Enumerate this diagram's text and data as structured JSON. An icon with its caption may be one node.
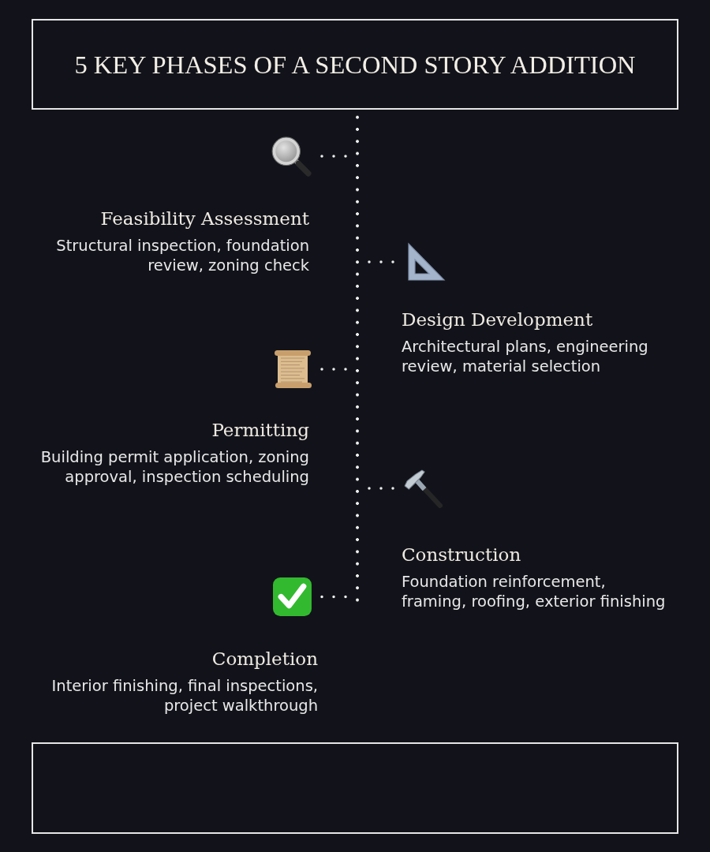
{
  "diagram": {
    "title": "5 KEY PHASES OF A SECOND STORY ADDITION",
    "nodes": [
      {
        "text": [],
        "shape": "line"
      },
      {
        "text": [],
        "shape": "picture",
        "beside": [
          "Feasibility Assessment",
          "Structural inspection, foundation review, zoning check"
        ]
      },
      {
        "text": [],
        "shape": "picture",
        "beside": [
          "Design Development",
          "Architectural plans, engineering review, material selection"
        ]
      },
      {
        "text": [],
        "shape": "picture",
        "beside": [
          "Permitting",
          "Building permit application, zoning approval, inspection scheduling"
        ]
      },
      {
        "text": [],
        "shape": "picture",
        "beside": [
          "Construction",
          "Foundation reinforcement, framing, roofing, exterior finishing"
        ]
      },
      {
        "text": [],
        "shape": "picture",
        "beside": [
          "Completion",
          "Interior finishing, final inspections, project walkthrough"
        ]
      },
      {
        "text": [],
        "shape": "box"
      }
    ],
    "edges": [
      {
        "from": 1,
        "to": 0,
        "arrow": "none"
      },
      {
        "from": 2,
        "to": 0,
        "arrow": "none"
      },
      {
        "from": 3,
        "to": 0,
        "arrow": "none"
      },
      {
        "from": 4,
        "to": 0,
        "arrow": "none"
      },
      {
        "from": 5,
        "to": 0,
        "arrow": "none"
      }
    ]
  }
}
